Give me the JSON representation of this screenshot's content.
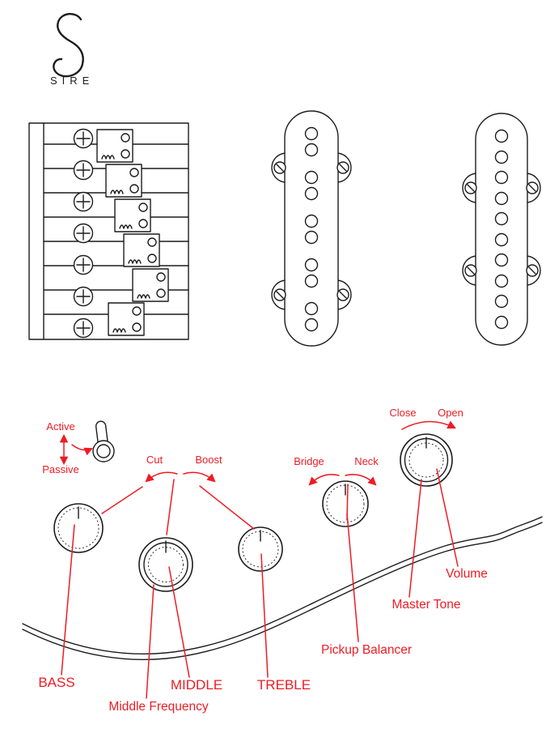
{
  "colors": {
    "annotation": "#ed1c24",
    "ink": "#1c1c1c"
  },
  "brand": {
    "wordmark": "SIRE"
  },
  "annotations": {
    "switch_up": "Active",
    "switch_down": "Passive",
    "eq_left": "Cut",
    "eq_right": "Boost",
    "balance_left": "Bridge",
    "balance_right": "Neck",
    "tone_left": "Close",
    "tone_right": "Open"
  },
  "labels": {
    "bass": "BASS",
    "middle": "MIDDLE",
    "middle_frequency": "Middle Frequency",
    "treble": "TREBLE",
    "pickup_balancer": "Pickup Balancer",
    "master_tone": "Master Tone",
    "volume": "Volume"
  }
}
